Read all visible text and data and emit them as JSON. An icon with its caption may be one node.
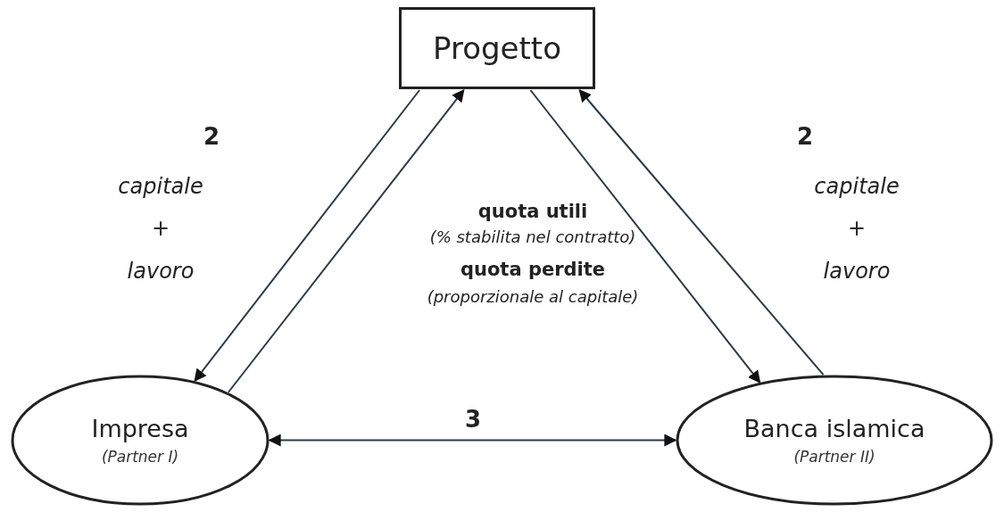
{
  "diagram": {
    "nodes": [
      {
        "text": [
          "Progetto"
        ]
      },
      {
        "text": [
          "Impresa",
          "(Partner I)"
        ]
      },
      {
        "text": [
          "Banca islamica",
          "(Partner II)"
        ]
      }
    ],
    "edges": [
      {
        "from": 0,
        "to": 1,
        "arrow": "to"
      },
      {
        "from": 1,
        "to": 0,
        "arrow": "to"
      },
      {
        "from": 0,
        "to": 2,
        "arrow": "to"
      },
      {
        "from": 2,
        "to": 0,
        "arrow": "to"
      },
      {
        "from": 1,
        "to": 2,
        "arrow": "both",
        "label": "3"
      }
    ],
    "labels": [
      "2",
      "2",
      "capitale",
      "+",
      "lavoro",
      "quota utili",
      "(% stabilita nel contratto)",
      "quota perdite",
      "(proporzionale al capitale)",
      "capitale",
      "+",
      "lavoro"
    ]
  }
}
